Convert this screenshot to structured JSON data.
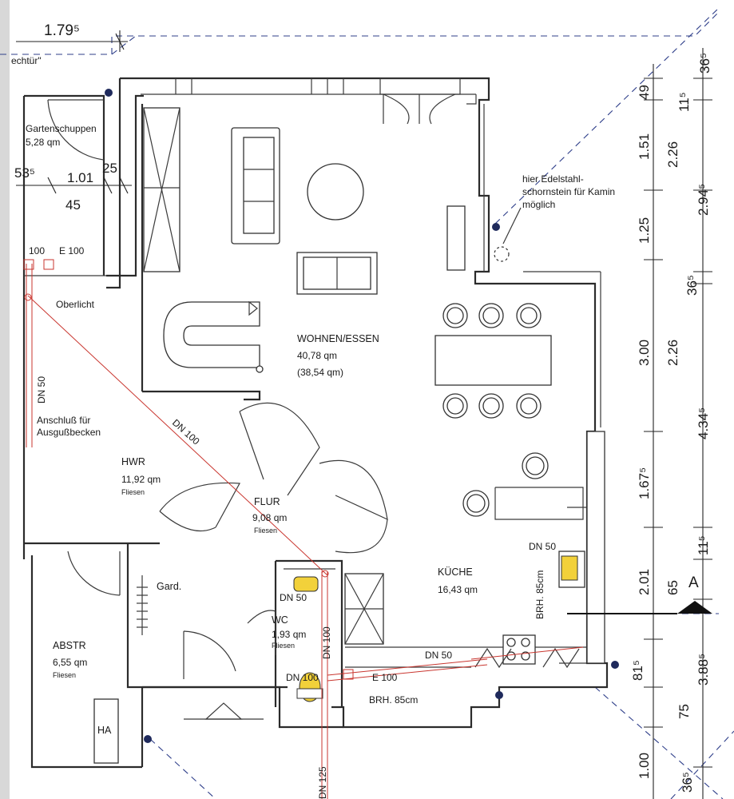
{
  "rooms": {
    "wohnen": {
      "name": "WOHNEN/ESSEN",
      "area": "40,78 qm",
      "area_net": "(38,54 qm)"
    },
    "kueche": {
      "name": "KÜCHE",
      "area": "16,43 qm"
    },
    "hwr": {
      "name": "HWR",
      "area": "11,92 qm",
      "floor": "Fliesen"
    },
    "flur": {
      "name": "FLUR",
      "area": "9,08 qm",
      "floor": "Fliesen"
    },
    "wc": {
      "name": "WC",
      "area": "1,93 qm",
      "floor": "Fliesen"
    },
    "abstr": {
      "name": "ABSTR",
      "area": "6,55 qm",
      "floor": "Fliesen"
    },
    "gard": {
      "name": "Gard."
    },
    "ha": {
      "name": "HA"
    },
    "gartenschuppen": {
      "name": "Gartenschuppen",
      "area": "5,28 qm"
    }
  },
  "notes": {
    "oberlicht": "Oberlicht",
    "anschluss_1": "Anschluß für",
    "anschluss_2": "Ausgußbecken",
    "schornstein_1": "hier Edelstahl-",
    "schornstein_2": "schornstein für Kamin",
    "schornstein_3": "möglich",
    "tuer": "echtür\"",
    "brh_kueche": "BRH. 85cm",
    "brh_unten": "BRH. 85cm",
    "section_marker": "A"
  },
  "pipes": {
    "dn100_diag": "DN 100",
    "dn50_left": "DN 50",
    "dn50_wc": "DN 50",
    "dn100_wc_vert": "DN 100",
    "dn100_wc_low": "DN 100",
    "dn50_kueche_top": "DN 50",
    "dn50_kueche_bottom": "DN 50",
    "dn125": "DN 125",
    "e100_left": "100",
    "e100_left_b": "E 100",
    "e100_bottom": "E 100"
  },
  "dimensions": {
    "top_left": "1.79⁵",
    "left_53": "53⁵",
    "left_101": "1.01",
    "left_25": "25",
    "left_45": "45",
    "r_49": "49",
    "r_151": "1.51",
    "r_125": "1.25",
    "r_300": "3.00",
    "r_1675": "1.67⁵",
    "r_201": "2.01",
    "r_815": "81⁵",
    "r_75": "75",
    "r_100": "1.00",
    "rr_365_top": "36⁵",
    "rr_115_top": "11⁵",
    "rr_226_a": "2.26",
    "rr_2945": "2.94⁵",
    "rr_365_mid": "36⁵",
    "rr_226_b": "2.26",
    "rr_4345": "4.34⁵",
    "rr_115_mid": "11⁵",
    "rr_65": "65",
    "rr_3885": "3.88⁵",
    "rr_365_bottom": "36⁵"
  }
}
